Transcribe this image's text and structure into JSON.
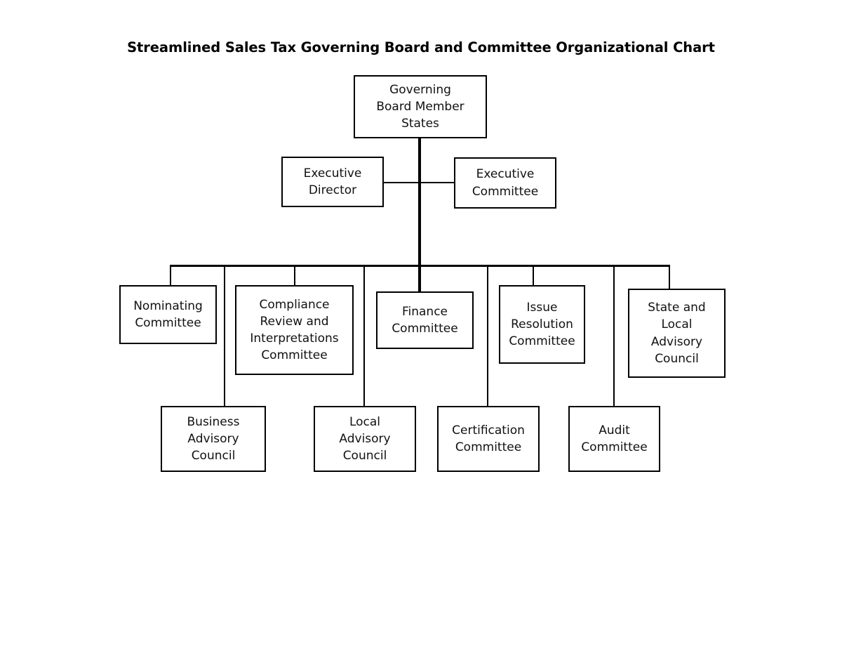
{
  "page": {
    "title": "Streamlined Sales Tax Governing Board and Committee Organizational Chart",
    "background_color": "#ffffff",
    "line_color": "#000000",
    "text_color": "#111111"
  },
  "nodes": {
    "governing_board": {
      "lines": [
        "Governing",
        "Board Member",
        "States"
      ]
    },
    "executive_director": {
      "lines": [
        "Executive",
        "Director"
      ]
    },
    "executive_committee": {
      "lines": [
        "Executive",
        "Committee"
      ]
    },
    "nominating_committee": {
      "lines": [
        "Nominating",
        "Committee"
      ]
    },
    "compliance_committee": {
      "lines": [
        "Compliance",
        "Review and",
        "Interpretations",
        "Committee"
      ]
    },
    "finance_committee": {
      "lines": [
        "Finance",
        "Committee"
      ]
    },
    "issue_resolution_committee": {
      "lines": [
        "Issue",
        "Resolution",
        "Committee"
      ]
    },
    "state_local_advisory_council": {
      "lines": [
        "State and",
        "Local",
        "Advisory",
        "Council"
      ]
    },
    "business_advisory_council": {
      "lines": [
        "Business",
        "Advisory",
        "Council"
      ]
    },
    "local_advisory_council": {
      "lines": [
        "Local",
        "Advisory",
        "Council"
      ]
    },
    "certification_committee": {
      "lines": [
        "Certification",
        "Committee"
      ]
    },
    "audit_committee": {
      "lines": [
        "Audit",
        "Committee"
      ]
    }
  },
  "chart_data": {
    "type": "diagram",
    "diagram_kind": "organizational-chart",
    "title": "Streamlined Sales Tax Governing Board and Committee Organizational Chart",
    "root": "Governing Board Member States",
    "nodes": [
      {
        "id": "governing_board",
        "label": "Governing Board Member States",
        "level": 0
      },
      {
        "id": "executive_director",
        "label": "Executive Director",
        "level": 1
      },
      {
        "id": "executive_committee",
        "label": "Executive Committee",
        "level": 1
      },
      {
        "id": "nominating_committee",
        "label": "Nominating Committee",
        "level": 2
      },
      {
        "id": "compliance_committee",
        "label": "Compliance Review and Interpretations Committee",
        "level": 2
      },
      {
        "id": "finance_committee",
        "label": "Finance Committee",
        "level": 2
      },
      {
        "id": "issue_resolution_committee",
        "label": "Issue Resolution Committee",
        "level": 2
      },
      {
        "id": "state_local_advisory_council",
        "label": "State and Local Advisory Council",
        "level": 2
      },
      {
        "id": "business_advisory_council",
        "label": "Business Advisory Council",
        "level": 3
      },
      {
        "id": "local_advisory_council",
        "label": "Local Advisory Council",
        "level": 3
      },
      {
        "id": "certification_committee",
        "label": "Certification Committee",
        "level": 3
      },
      {
        "id": "audit_committee",
        "label": "Audit Committee",
        "level": 3
      }
    ],
    "edges": [
      {
        "from": "governing_board",
        "to": "executive_director"
      },
      {
        "from": "governing_board",
        "to": "executive_committee"
      },
      {
        "from": "governing_board",
        "to": "nominating_committee"
      },
      {
        "from": "governing_board",
        "to": "compliance_committee"
      },
      {
        "from": "governing_board",
        "to": "finance_committee"
      },
      {
        "from": "governing_board",
        "to": "issue_resolution_committee"
      },
      {
        "from": "governing_board",
        "to": "state_local_advisory_council"
      },
      {
        "from": "governing_board",
        "to": "business_advisory_council"
      },
      {
        "from": "governing_board",
        "to": "local_advisory_council"
      },
      {
        "from": "governing_board",
        "to": "certification_committee"
      },
      {
        "from": "governing_board",
        "to": "audit_committee"
      }
    ]
  }
}
